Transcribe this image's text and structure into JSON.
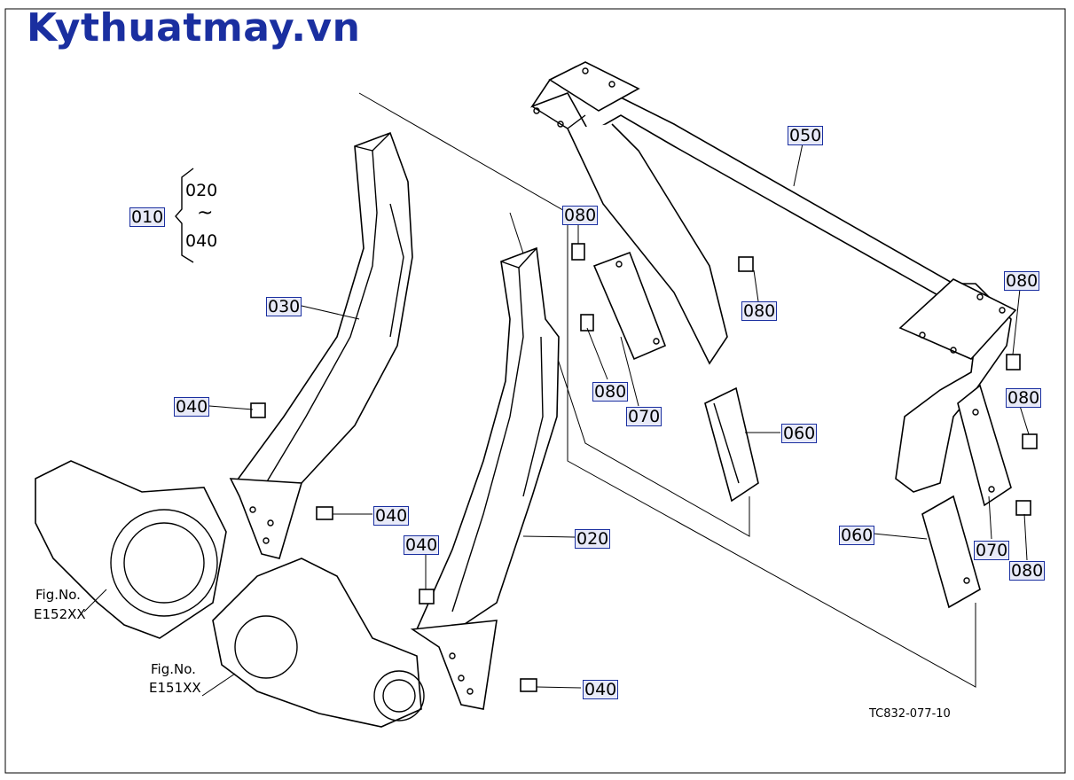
{
  "watermark": "Kythuatmay.vn",
  "labels": {
    "l010": "010",
    "l020_range": "020",
    "l040_range": "040",
    "tilde": "~",
    "l030": "030",
    "l040_a": "040",
    "l040_b": "040",
    "l040_c": "040",
    "l040_d": "040",
    "l020": "020",
    "l050": "050",
    "l080_a": "080",
    "l080_b": "080",
    "l080_c": "080",
    "l080_d": "080",
    "l080_e": "080",
    "l080_f": "080",
    "l070_a": "070",
    "l070_b": "070",
    "l060_a": "060",
    "l060_b": "060"
  },
  "figrefs": {
    "fig1_title": "Fig.No.",
    "fig1_code": "E152XX",
    "fig2_title": "Fig.No.",
    "fig2_code": "E151XX"
  },
  "drawing_code": "TC832-077-10"
}
